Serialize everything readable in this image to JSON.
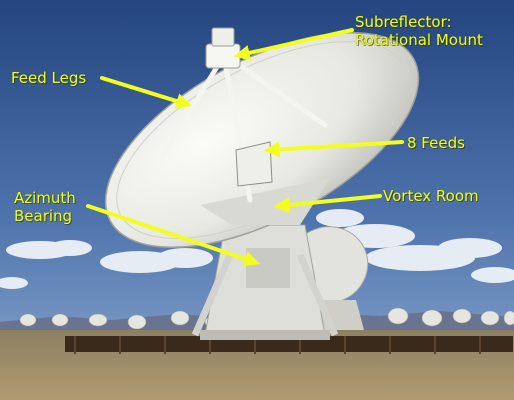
{
  "labels": {
    "subreflector_line1": "Subreflector:",
    "subreflector_line2": "Rotational Mount",
    "feed_legs": "Feed Legs",
    "feeds": "8 Feeds",
    "azimuth_line1": "Azimuth",
    "azimuth_line2": "Bearing",
    "vortex_room": "Vortex Room"
  },
  "colors": {
    "label": "#f2ff1e",
    "arrow": "#f2ff1e",
    "sky_top": "#24457f",
    "sky_horizon": "#7f9fc7",
    "dish": "#e8e8e2",
    "ground": "#a08e6b"
  },
  "icons": {
    "arrow": "yellow-arrow-icon"
  }
}
